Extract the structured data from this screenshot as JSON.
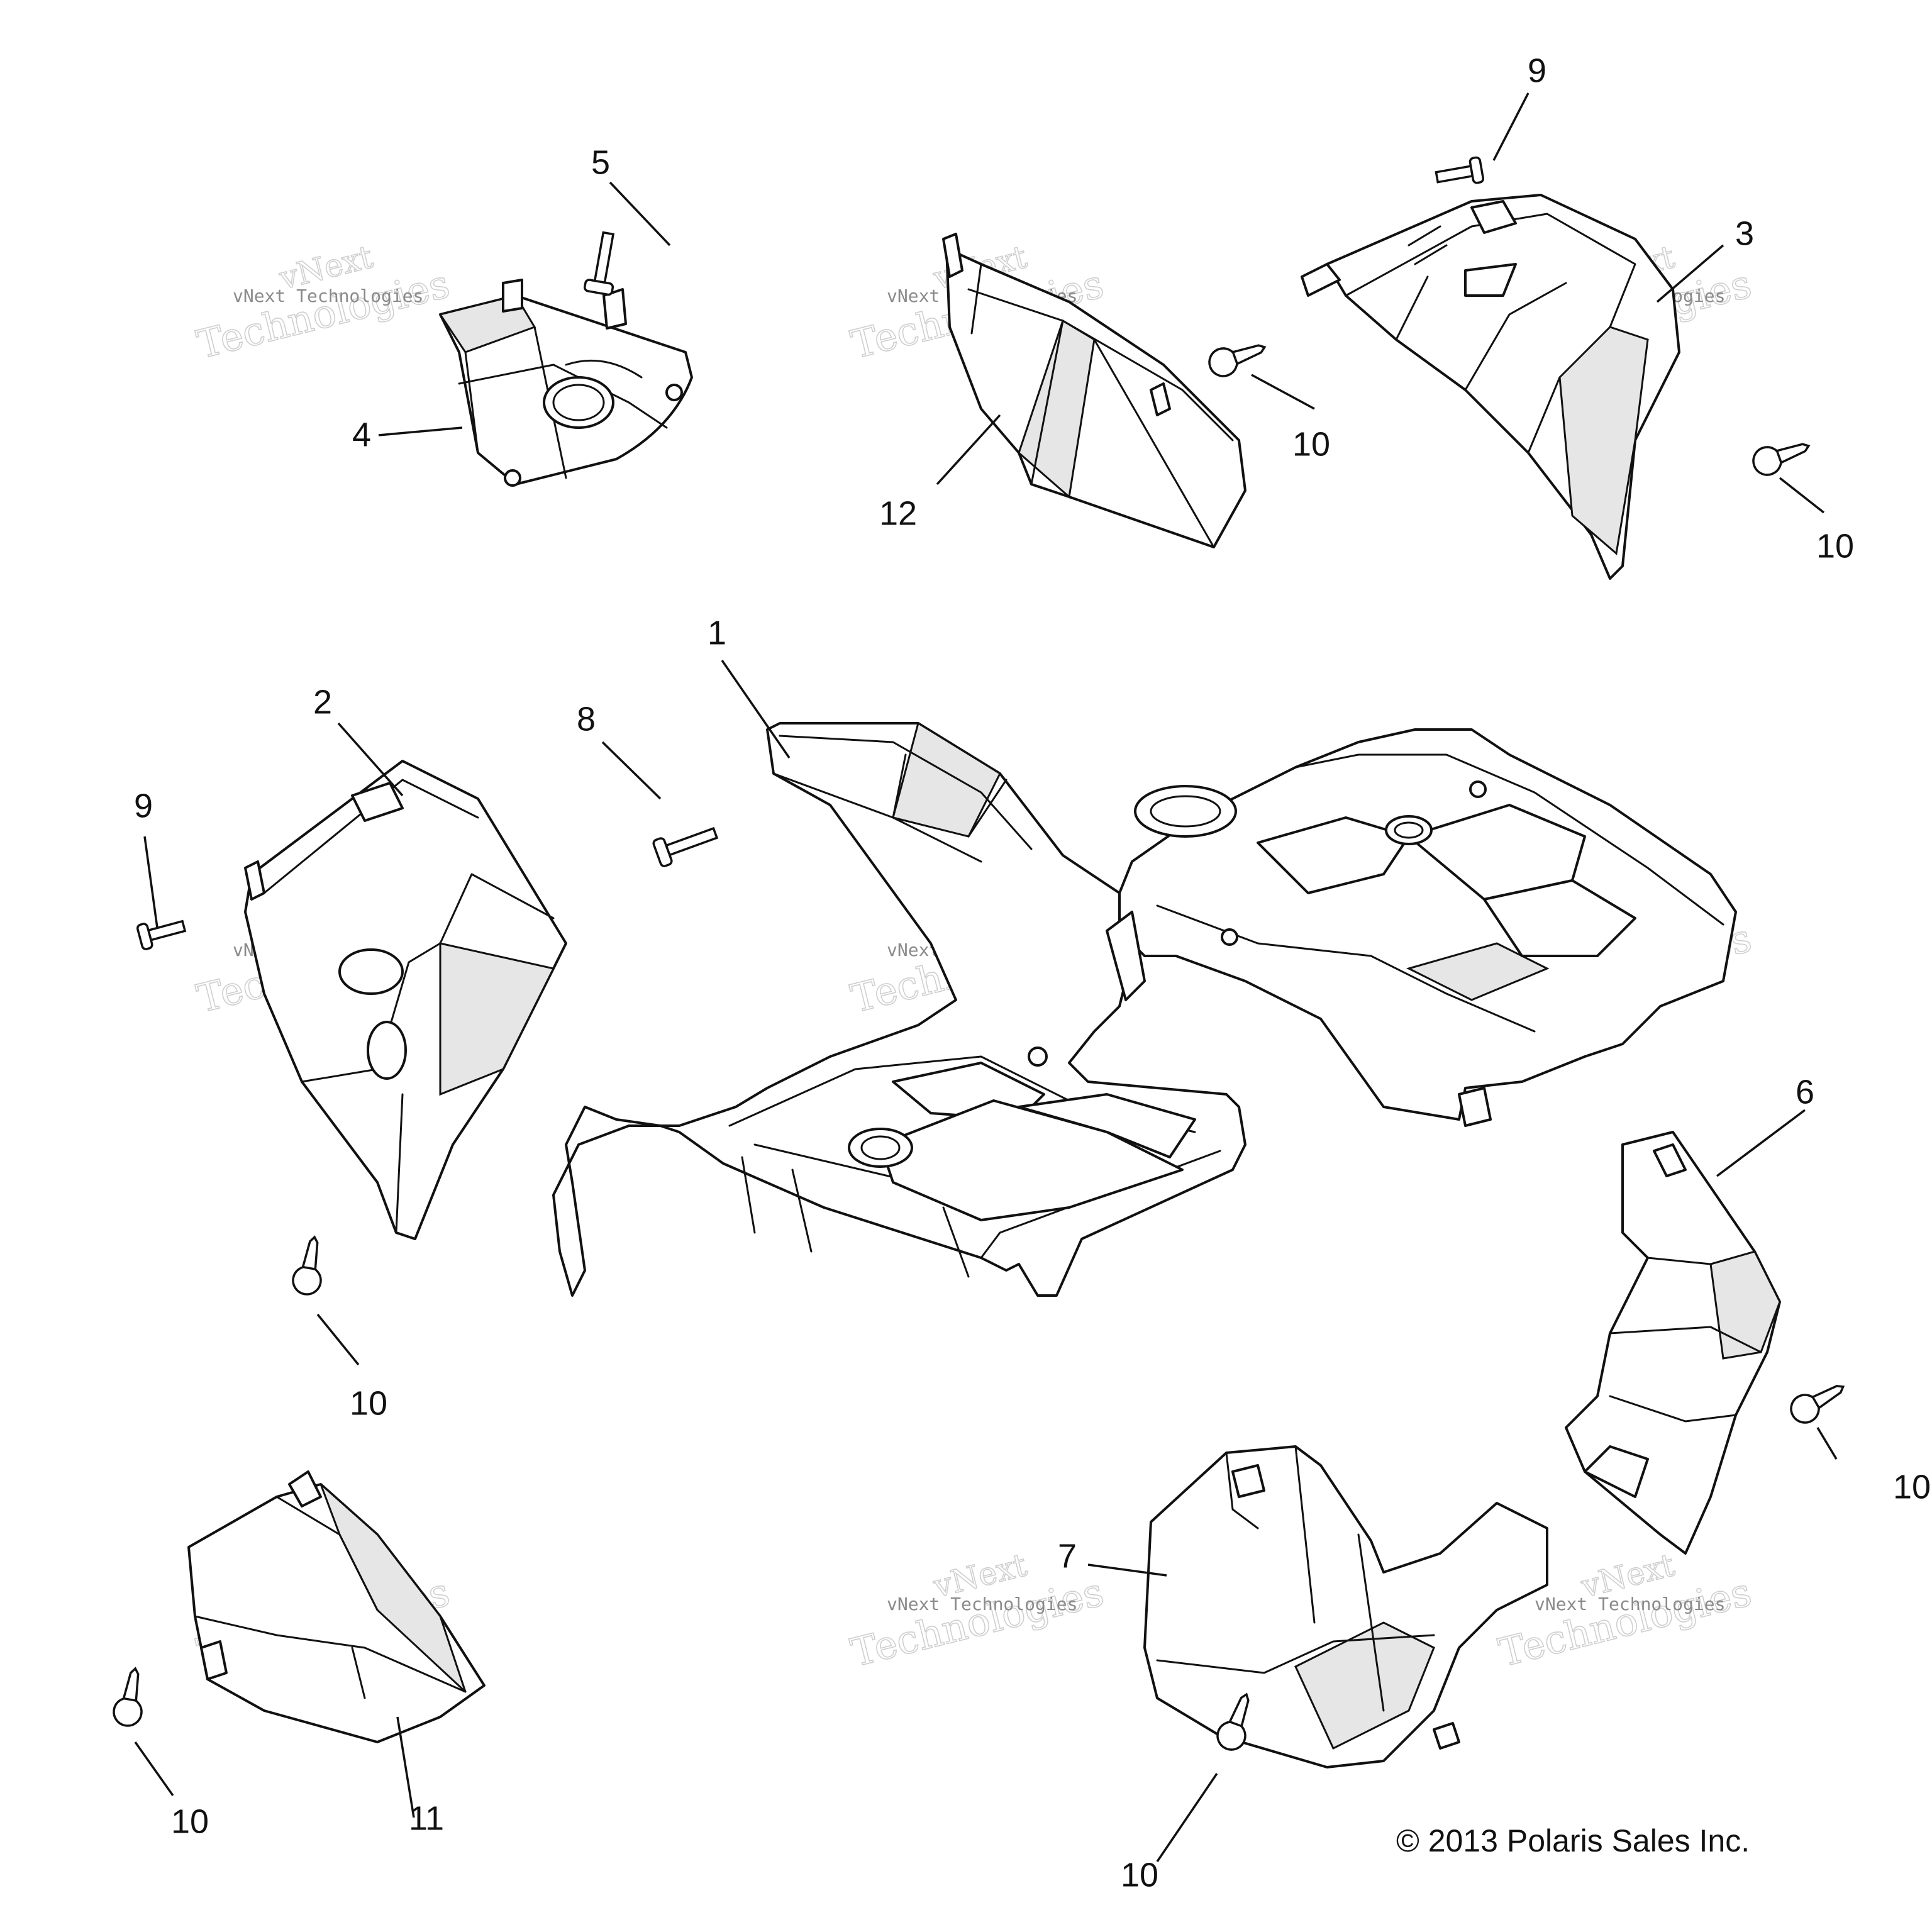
{
  "callouts": [
    {
      "id": "1",
      "label": "1"
    },
    {
      "id": "2",
      "label": "2"
    },
    {
      "id": "3",
      "label": "3"
    },
    {
      "id": "4",
      "label": "4"
    },
    {
      "id": "5",
      "label": "5"
    },
    {
      "id": "6",
      "label": "6"
    },
    {
      "id": "7",
      "label": "7"
    },
    {
      "id": "8",
      "label": "8"
    },
    {
      "id": "9a",
      "label": "9"
    },
    {
      "id": "9b",
      "label": "9"
    },
    {
      "id": "10a",
      "label": "10"
    },
    {
      "id": "10b",
      "label": "10"
    },
    {
      "id": "10c",
      "label": "10"
    },
    {
      "id": "10d",
      "label": "10"
    },
    {
      "id": "10e",
      "label": "10"
    },
    {
      "id": "10f",
      "label": "10"
    },
    {
      "id": "11",
      "label": "11"
    },
    {
      "id": "12",
      "label": "12"
    }
  ],
  "watermark": {
    "line1": "vNext",
    "line2": "Technologies",
    "small": "vNext Technologies"
  },
  "copyright": "© 2013 Polaris Sales Inc."
}
